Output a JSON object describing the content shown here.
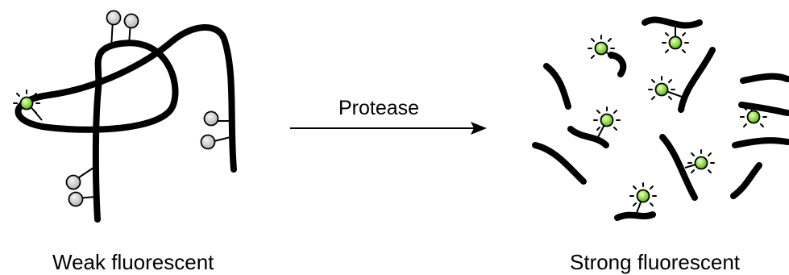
{
  "labels": {
    "left": "Weak fluorescent",
    "right": "Strong fluorescent",
    "arrow": "Protease"
  },
  "colors": {
    "strand": "#000000",
    "quenched_probe": "#c8c8c8",
    "active_probe": "#93e04a",
    "background": "#ffffff"
  },
  "icons": {
    "quenched_probe": "grey-circle-on-stick",
    "active_probe": "green-circle-with-glow-rays",
    "arrow": "right-arrow"
  }
}
